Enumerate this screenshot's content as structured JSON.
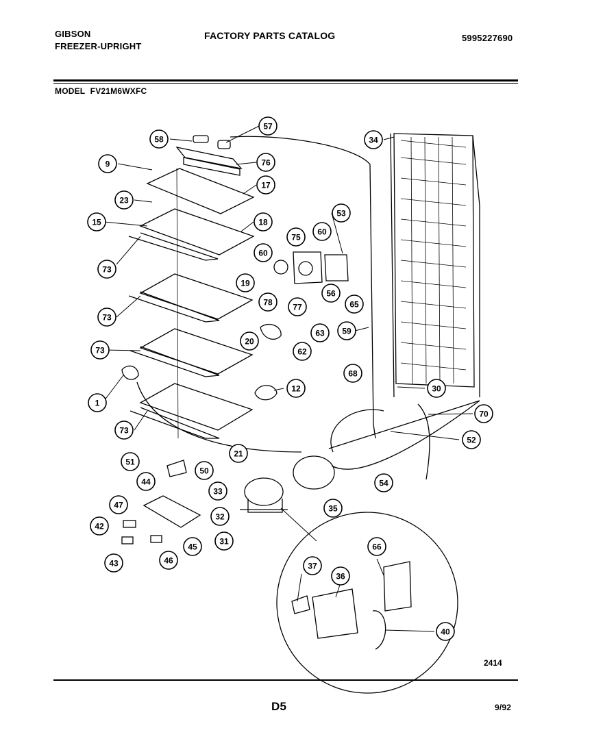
{
  "header": {
    "brand": "GIBSON",
    "category": "FREEZER-UPRIGHT",
    "catalog_title": "FACTORY PARTS CATALOG",
    "catalog_number": "5995227690",
    "model_label": "MODEL",
    "model_number": "FV21M6WXFC"
  },
  "footer": {
    "figure_number": "2414",
    "page_code": "D5",
    "date": "9/92"
  },
  "callouts": [
    {
      "id": "c58",
      "label": "58"
    },
    {
      "id": "c57",
      "label": "57"
    },
    {
      "id": "c34",
      "label": "34"
    },
    {
      "id": "c9",
      "label": "9"
    },
    {
      "id": "c76",
      "label": "76"
    },
    {
      "id": "c17",
      "label": "17"
    },
    {
      "id": "c23",
      "label": "23"
    },
    {
      "id": "c53",
      "label": "53"
    },
    {
      "id": "c15",
      "label": "15"
    },
    {
      "id": "c18",
      "label": "18"
    },
    {
      "id": "c60a",
      "label": "60"
    },
    {
      "id": "c75",
      "label": "75"
    },
    {
      "id": "c73a",
      "label": "73"
    },
    {
      "id": "c60b",
      "label": "60"
    },
    {
      "id": "c19",
      "label": "19"
    },
    {
      "id": "c56",
      "label": "56"
    },
    {
      "id": "c78",
      "label": "78"
    },
    {
      "id": "c77",
      "label": "77"
    },
    {
      "id": "c65",
      "label": "65"
    },
    {
      "id": "c73b",
      "label": "73"
    },
    {
      "id": "c63",
      "label": "63"
    },
    {
      "id": "c59",
      "label": "59"
    },
    {
      "id": "c20",
      "label": "20"
    },
    {
      "id": "c73c",
      "label": "73"
    },
    {
      "id": "c62",
      "label": "62"
    },
    {
      "id": "c68",
      "label": "68"
    },
    {
      "id": "c12",
      "label": "12"
    },
    {
      "id": "c30",
      "label": "30"
    },
    {
      "id": "c1",
      "label": "1"
    },
    {
      "id": "c70",
      "label": "70"
    },
    {
      "id": "c73d",
      "label": "73"
    },
    {
      "id": "c52",
      "label": "52"
    },
    {
      "id": "c21",
      "label": "21"
    },
    {
      "id": "c51",
      "label": "51"
    },
    {
      "id": "c50",
      "label": "50"
    },
    {
      "id": "c44",
      "label": "44"
    },
    {
      "id": "c54",
      "label": "54"
    },
    {
      "id": "c33",
      "label": "33"
    },
    {
      "id": "c47",
      "label": "47"
    },
    {
      "id": "c35",
      "label": "35"
    },
    {
      "id": "c32",
      "label": "32"
    },
    {
      "id": "c42",
      "label": "42"
    },
    {
      "id": "c31",
      "label": "31"
    },
    {
      "id": "c45",
      "label": "45"
    },
    {
      "id": "c43",
      "label": "43"
    },
    {
      "id": "c46",
      "label": "46"
    },
    {
      "id": "c66",
      "label": "66"
    },
    {
      "id": "c37",
      "label": "37"
    },
    {
      "id": "c36",
      "label": "36"
    },
    {
      "id": "c40",
      "label": "40"
    }
  ]
}
